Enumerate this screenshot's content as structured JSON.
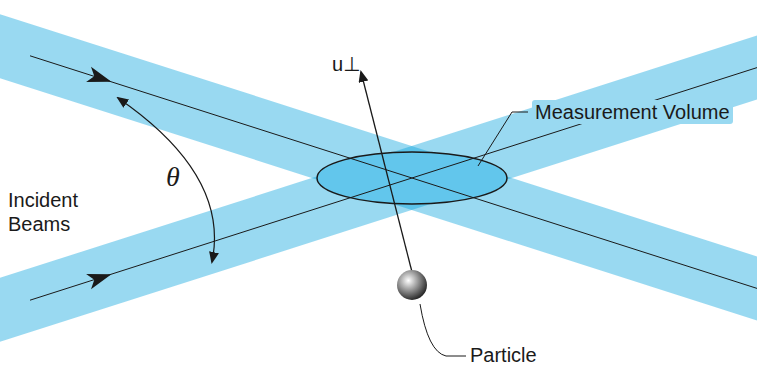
{
  "diagram": {
    "labels": [
      "Incident Beams",
      "θ",
      "u⊥",
      "Measurement Volume",
      "Particle"
    ]
  }
}
